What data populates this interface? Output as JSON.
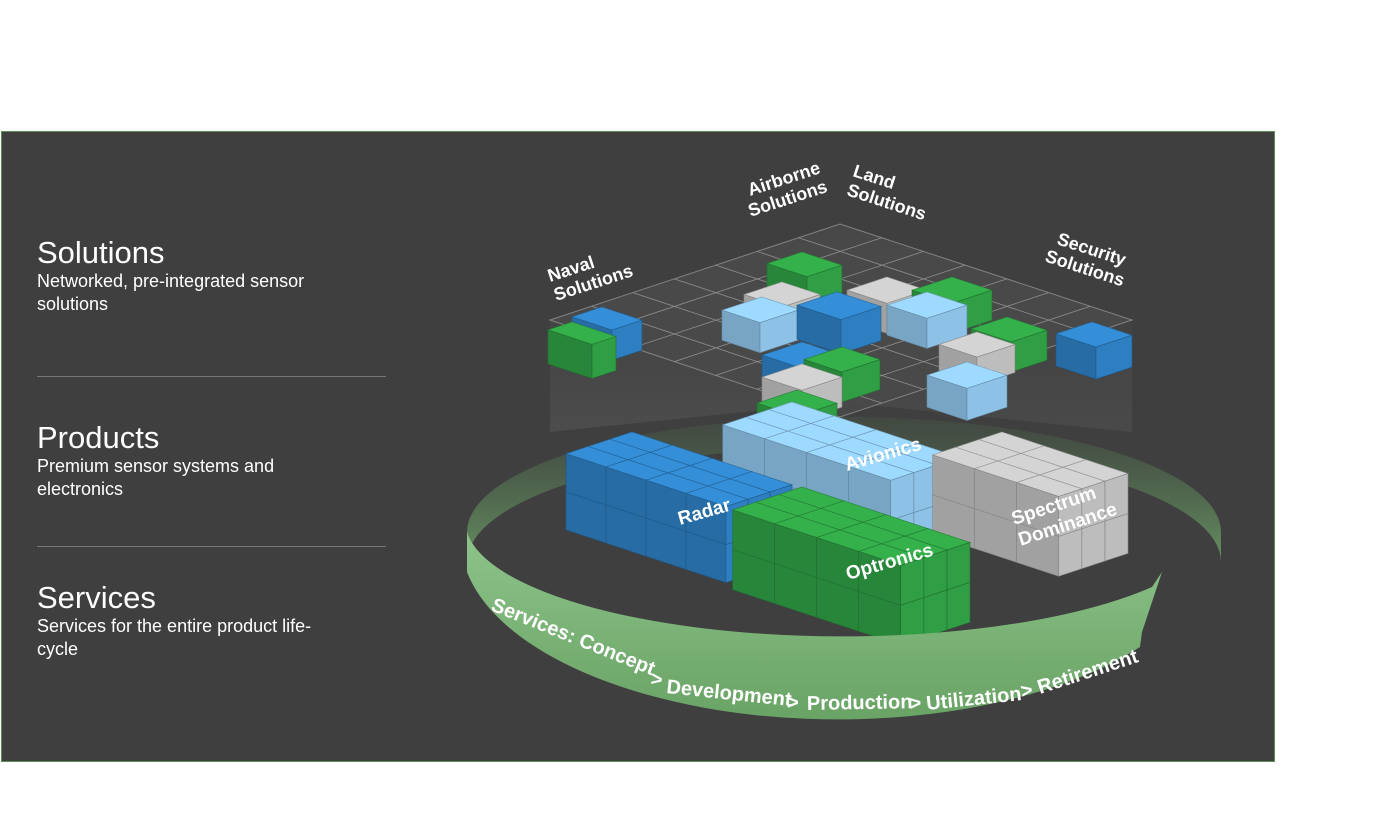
{
  "sections": [
    {
      "title": "Solutions",
      "description": "Networked, pre-integrated sensor solutions"
    },
    {
      "title": "Products",
      "description": "Premium sensor systems and electronics"
    },
    {
      "title": "Services",
      "description": "Services for the entire product life-cycle"
    }
  ],
  "solution_labels": {
    "naval": [
      "Naval",
      "Solutions"
    ],
    "airborne": [
      "Airborne",
      "Solutions"
    ],
    "land": [
      "Land",
      "Solutions"
    ],
    "security": [
      "Security",
      "Solutions"
    ]
  },
  "product_labels": {
    "radar": "Radar",
    "avionics": "Avionics",
    "optronics": "Optronics",
    "spectrum": [
      "Spectrum",
      "Dominance"
    ]
  },
  "services_ring": {
    "prefix": "Services: Concept",
    "stages": [
      "Development",
      "Production",
      "Utilization",
      "Retirement"
    ],
    "separator": ">"
  },
  "colors": {
    "panel_bg": "#3f3f3f",
    "panel_border": "#5d8e57",
    "blue": "#2e7fc1",
    "light_blue": "#8dc2e6",
    "green": "#2f9e44",
    "gray": "#bdbdbd",
    "ring_green": "#7fb27a"
  }
}
